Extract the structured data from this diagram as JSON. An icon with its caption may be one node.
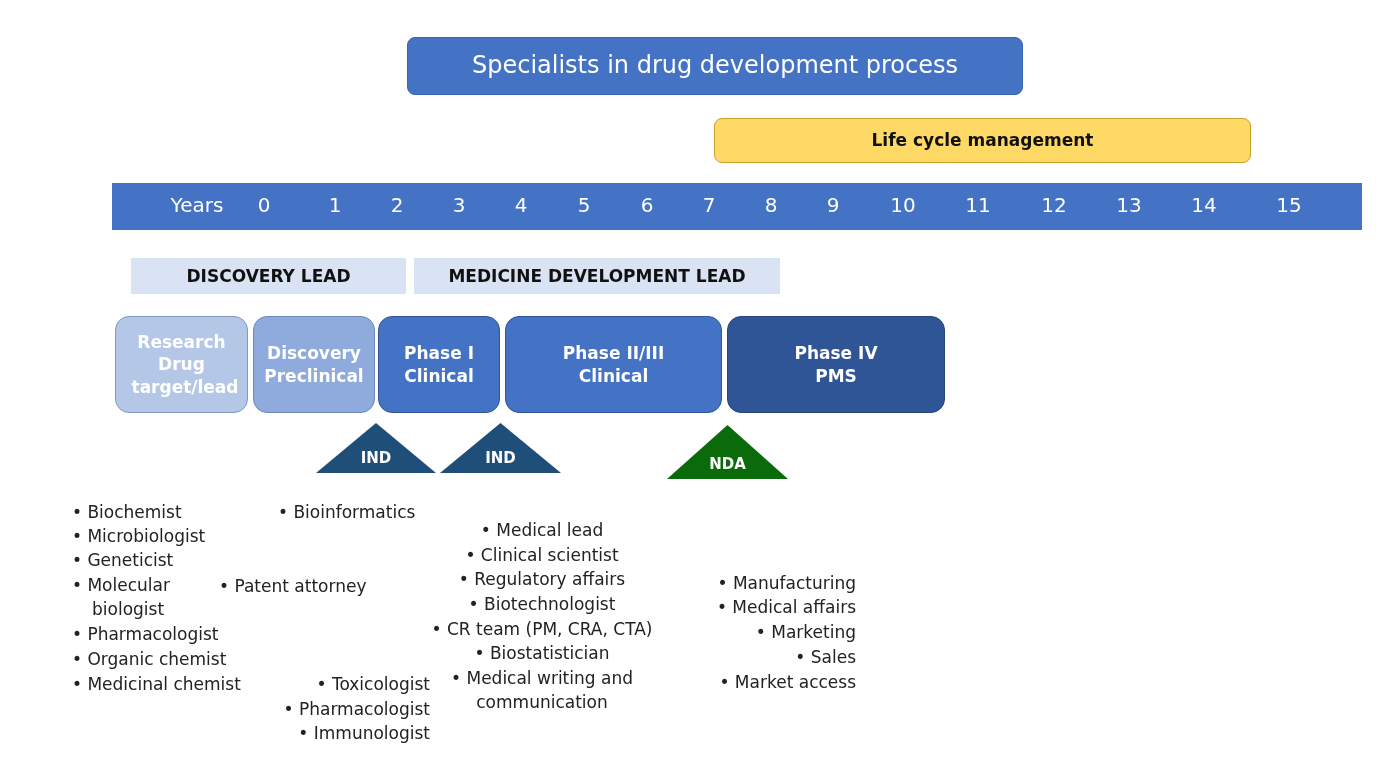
{
  "diagram": {
    "nodes": [
      {
        "text": [
          "Specialists in drug development process"
        ]
      },
      {
        "text": [
          "Life cycle management"
        ]
      },
      {
        "text": [
          "Years",
          "0",
          "1",
          "2",
          "3",
          "4",
          "5",
          "6",
          "7",
          "8",
          "9",
          "10",
          "11",
          "12",
          "13",
          "14",
          "15"
        ]
      },
      {
        "text": [
          "DISCOVERY LEAD"
        ]
      },
      {
        "text": [
          "MEDICINE DEVELOPMENT LEAD"
        ]
      },
      {
        "text": [
          "Research Drug target/lead"
        ]
      },
      {
        "text": [
          "Discovery Preclinical"
        ]
      },
      {
        "text": [
          "Phase I Clinical"
        ]
      },
      {
        "text": [
          "Phase II/III Clinical"
        ]
      },
      {
        "text": [
          "Phase IV PMS"
        ]
      },
      {
        "text": [
          "IND"
        ]
      },
      {
        "text": [
          "IND"
        ]
      },
      {
        "text": [
          "NDA"
        ]
      }
    ],
    "labels": [
      "• Biochemist",
      "• Microbiologist",
      "• Geneticist",
      "• Molecular biologist",
      "• Pharmacologist",
      "• Organic chemist",
      "• Medicinal chemist",
      "• Bioinformatics",
      "• Patent attorney",
      "• Toxicologist",
      "• Pharmacologist",
      "• Immunologist",
      "• Medical lead",
      "• Clinical scientist",
      "• Regulatory affairs",
      "• Biotechnologist",
      "• CR team (PM, CRA, CTA)",
      "• Biostatistician",
      "• Medical writing and communication",
      "• Manufacturing",
      "• Medical affairs",
      "• Marketing",
      "• Sales",
      "• Market access"
    ]
  }
}
